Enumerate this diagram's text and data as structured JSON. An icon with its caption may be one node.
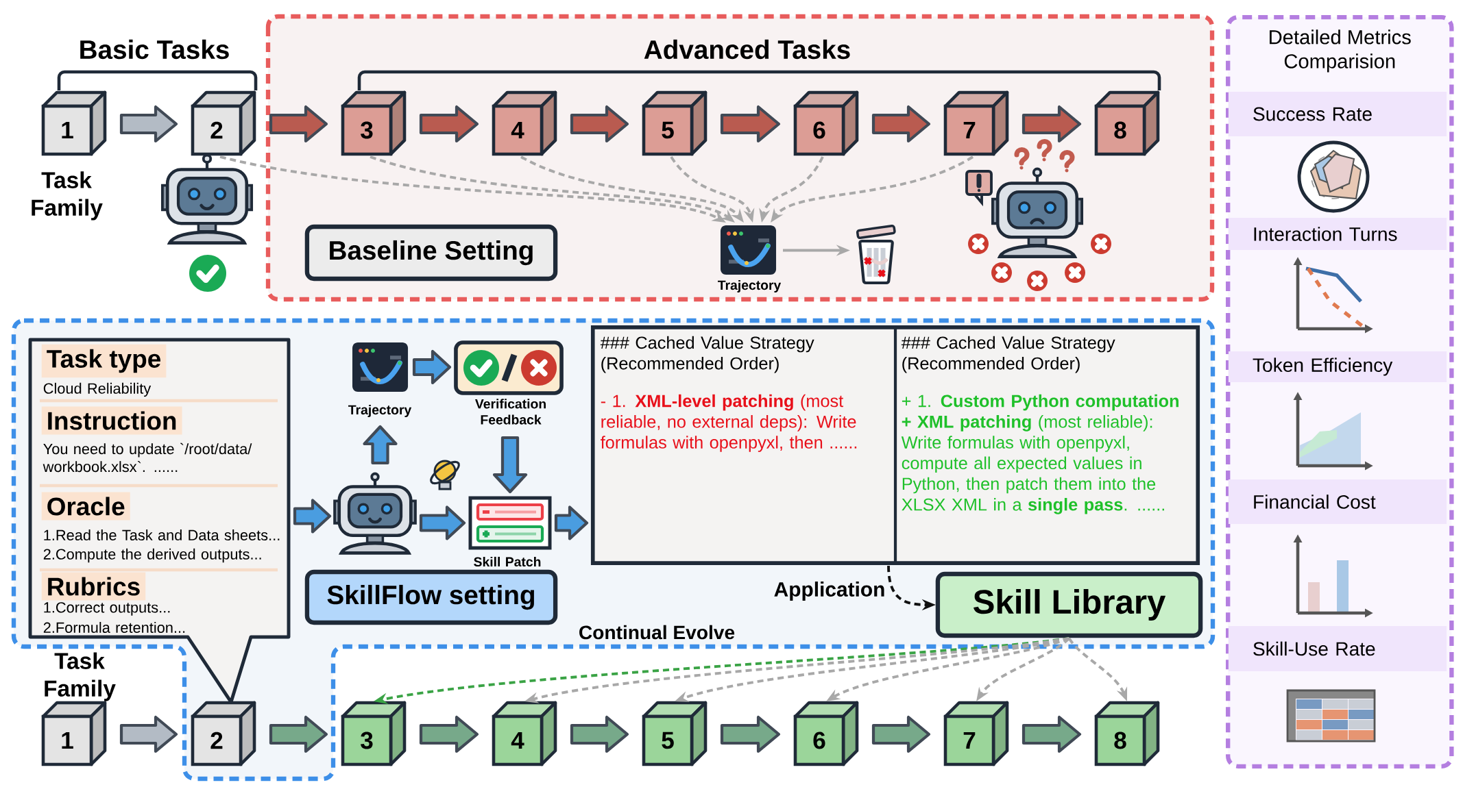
{
  "diagram": {
    "nodes": [
      {
        "text": [
          "1"
        ],
        "beside": [
          "Task Family"
        ]
      },
      {
        "text": [
          "2"
        ]
      },
      {
        "text": [
          "3"
        ]
      },
      {
        "text": [
          "4"
        ]
      },
      {
        "text": [
          "5"
        ]
      },
      {
        "text": [
          "6"
        ]
      },
      {
        "text": [
          "7"
        ]
      },
      {
        "text": [
          "8"
        ]
      },
      {
        "text": [
          "Baseline Setting"
        ]
      },
      {
        "text": [],
        "shape": "picture",
        "beside": [
          "Trajectory"
        ]
      },
      {
        "text": [],
        "shape": "picture"
      },
      {
        "text": [
          "Task type",
          "Cloud Reliability",
          "Instruction",
          "You need to update `/root/data/ workbook.xlsx`. ......",
          "Oracle",
          "1.Read the Task and Data sheets...",
          "2.Compute the derived outputs...",
          "Rubrics",
          "1.Correct outputs...",
          "2.Formula retention..."
        ]
      },
      {
        "text": [],
        "shape": "picture"
      },
      {
        "text": [],
        "shape": "picture",
        "beside": [
          "Trajectory"
        ]
      },
      {
        "text": [],
        "shape": "box",
        "beside": [
          "Verification Feedback"
        ]
      },
      {
        "text": [],
        "shape": "picture",
        "beside": [
          "Skill Patch"
        ]
      },
      {
        "text": [
          "SkillFlow setting"
        ]
      },
      {
        "text": [],
        "shape": "box"
      },
      {
        "text": [
          "### Cached Value Strategy (Recommended Order)",
          "- 1. **XML-level patching** (most reliable, no external deps): Write formulas with openpyxl, then ......"
        ],
        "in": 17
      },
      {
        "text": [
          "### Cached Value Strategy (Recommended Order)",
          "+ 1. **Custom Python computation + XML patching** (most reliable): Write formulas with openpyxl, compute all expected values in Python, then patch them into the XLSX XML in a **single pass**. ......"
        ],
        "in": 17
      },
      {
        "text": [
          "Skill Library"
        ]
      },
      {
        "text": [
          "1"
        ],
        "beside": [
          "Task Family"
        ]
      },
      {
        "text": [
          "2"
        ]
      },
      {
        "text": [
          "3"
        ]
      },
      {
        "text": [
          "4"
        ]
      },
      {
        "text": [
          "5"
        ]
      },
      {
        "text": [
          "6"
        ]
      },
      {
        "text": [
          "7"
        ]
      },
      {
        "text": [
          "8"
        ]
      },
      {
        "text": [
          "Detailed Metrics Comparision"
        ]
      },
      {
        "text": [
          "Success Rate"
        ],
        "in": 29
      },
      {
        "text": [
          "Interaction Turns"
        ],
        "in": 29
      },
      {
        "text": [
          "Token Efficiency"
        ],
        "in": 29
      },
      {
        "text": [
          "Financial Cost"
        ],
        "in": 29
      },
      {
        "text": [
          "Skill-Use Rate"
        ],
        "in": 29
      }
    ],
    "edges": [
      {
        "from": 0,
        "to": 1,
        "arrow": "to",
        "style": "thick",
        "color": "#b3bbc5"
      },
      {
        "from": 1,
        "to": 2,
        "arrow": "to",
        "style": "thick",
        "color": "#b95b50"
      },
      {
        "from": 2,
        "to": 3,
        "arrow": "to",
        "style": "thick",
        "color": "#b95b50"
      },
      {
        "from": 3,
        "to": 4,
        "arrow": "to",
        "style": "thick",
        "color": "#b95b50"
      },
      {
        "from": 4,
        "to": 5,
        "arrow": "to",
        "style": "thick",
        "color": "#b95b50"
      },
      {
        "from": 5,
        "to": 6,
        "arrow": "to",
        "style": "thick",
        "color": "#b95b50"
      },
      {
        "from": 6,
        "to": 7,
        "arrow": "to",
        "style": "thick",
        "color": "#b95b50"
      },
      {
        "from": 1,
        "to": 9,
        "arrow": "to",
        "style": "dashed"
      },
      {
        "from": 2,
        "to": 9,
        "arrow": "to",
        "style": "dashed"
      },
      {
        "from": 3,
        "to": 9,
        "arrow": "to",
        "style": "dashed"
      },
      {
        "from": 4,
        "to": 9,
        "arrow": "to",
        "style": "dashed"
      },
      {
        "from": 5,
        "to": 9,
        "arrow": "to",
        "style": "dashed"
      },
      {
        "from": 6,
        "to": 9,
        "arrow": "to",
        "style": "dashed"
      },
      {
        "from": 9,
        "to": 10,
        "arrow": "to"
      },
      {
        "from": 11,
        "to": 12,
        "arrow": "to",
        "style": "thick",
        "color": "#4a9de0"
      },
      {
        "from": 12,
        "to": 13,
        "arrow": "to",
        "style": "thick",
        "color": "#4a9de0"
      },
      {
        "from": 13,
        "to": 14,
        "arrow": "to",
        "style": "thick",
        "color": "#4a9de0"
      },
      {
        "from": 14,
        "to": 15,
        "arrow": "to",
        "style": "thick",
        "color": "#4a9de0"
      },
      {
        "from": 12,
        "to": 15,
        "arrow": "to",
        "style": "thick",
        "color": "#4a9de0"
      },
      {
        "from": 15,
        "to": 17,
        "arrow": "to",
        "style": "thick",
        "color": "#4a9de0"
      },
      {
        "from": 17,
        "to": 20,
        "arrow": "to",
        "style": "dashed",
        "color": "#111111",
        "label": "Application"
      },
      {
        "from": 21,
        "to": 22,
        "arrow": "to",
        "style": "thick",
        "color": "#b3bbc5"
      },
      {
        "from": 22,
        "to": 23,
        "arrow": "to",
        "style": "thick",
        "color": "#77a98a"
      },
      {
        "from": 23,
        "to": 24,
        "arrow": "to",
        "style": "thick",
        "color": "#77a98a"
      },
      {
        "from": 24,
        "to": 25,
        "arrow": "to",
        "style": "thick",
        "color": "#77a98a"
      },
      {
        "from": 25,
        "to": 26,
        "arrow": "to",
        "style": "thick",
        "color": "#77a98a"
      },
      {
        "from": 26,
        "to": 27,
        "arrow": "to",
        "style": "thick",
        "color": "#77a98a"
      },
      {
        "from": 27,
        "to": 28,
        "arrow": "to",
        "style": "thick",
        "color": "#77a98a"
      },
      {
        "from": 20,
        "to": 23,
        "arrow": "to",
        "style": "dashed",
        "color": "#3aa345"
      },
      {
        "from": 20,
        "to": 24,
        "arrow": "to",
        "style": "dashed"
      },
      {
        "from": 20,
        "to": 25,
        "arrow": "to",
        "style": "dashed"
      },
      {
        "from": 20,
        "to": 26,
        "arrow": "to",
        "style": "dashed"
      },
      {
        "from": 20,
        "to": 27,
        "arrow": "to",
        "style": "dashed"
      },
      {
        "from": 20,
        "to": 28,
        "arrow": "to",
        "style": "dashed"
      }
    ],
    "labels": [
      "Basic Tasks",
      "Advanced Tasks",
      "Continual Evolve"
    ]
  }
}
